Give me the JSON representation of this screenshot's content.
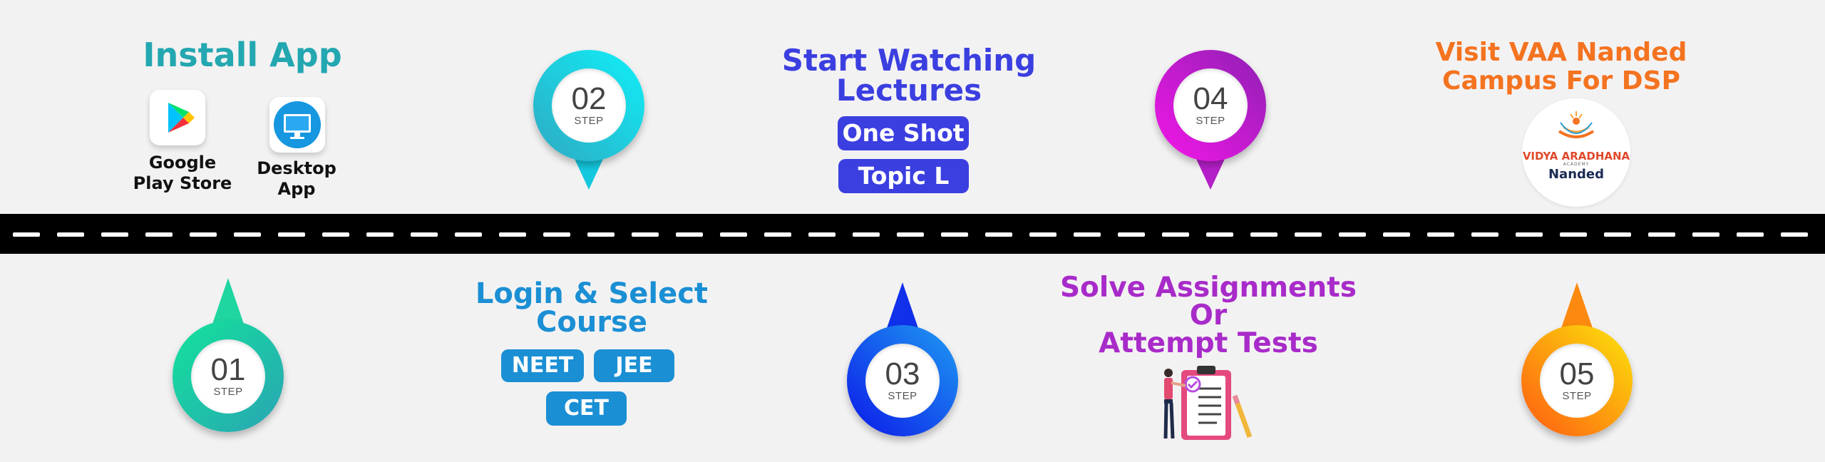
{
  "road": {
    "background": "#000000",
    "dash_color": "#ffffff"
  },
  "steps": [
    {
      "number": "01",
      "label": "STEP",
      "gradient": [
        "#13e39b",
        "#2aa4b4"
      ]
    },
    {
      "number": "02",
      "label": "STEP",
      "gradient": [
        "#0ff0f8",
        "#2fa9c2"
      ]
    },
    {
      "number": "03",
      "label": "STEP",
      "gradient": [
        "#0b18e8",
        "#1f9cf2"
      ]
    },
    {
      "number": "04",
      "label": "STEP",
      "gradient": [
        "#f416e8",
        "#8e21b3"
      ]
    },
    {
      "number": "05",
      "label": "STEP",
      "gradient": [
        "#fe5a12",
        "#fbe50a"
      ]
    }
  ],
  "install": {
    "title": "Install App",
    "title_color": "#23a7b0",
    "google_play_line1": "Google",
    "google_play_line2": "Play Store",
    "google_play_icon": "google-play-icon",
    "desktop_line1": "Desktop",
    "desktop_line2": "App",
    "desktop_icon": "monitor-icon"
  },
  "login": {
    "title_line1": "Login & Select",
    "title_line2": "Course",
    "color": "#1b8fd4",
    "courses": [
      "NEET",
      "JEE",
      "CET"
    ]
  },
  "watch": {
    "title_line1": "Start Watching",
    "title_line2": "Lectures",
    "color": "#3b3fe0",
    "chips": [
      "One Shot",
      "Topic L"
    ]
  },
  "solve": {
    "title_line1": "Solve Assignments",
    "title_line2": "Or",
    "title_line3": "Attempt Tests",
    "color": "#a82bc9",
    "illustration": "clipboard-checklist-icon"
  },
  "visit": {
    "title_line1": "Visit VAA Nanded",
    "title_line2": "Campus For DSP",
    "color": "#f47320",
    "logo_name": "VIDYA ARADHANA",
    "logo_sub": "ACADEMY",
    "logo_city": "Nanded"
  }
}
